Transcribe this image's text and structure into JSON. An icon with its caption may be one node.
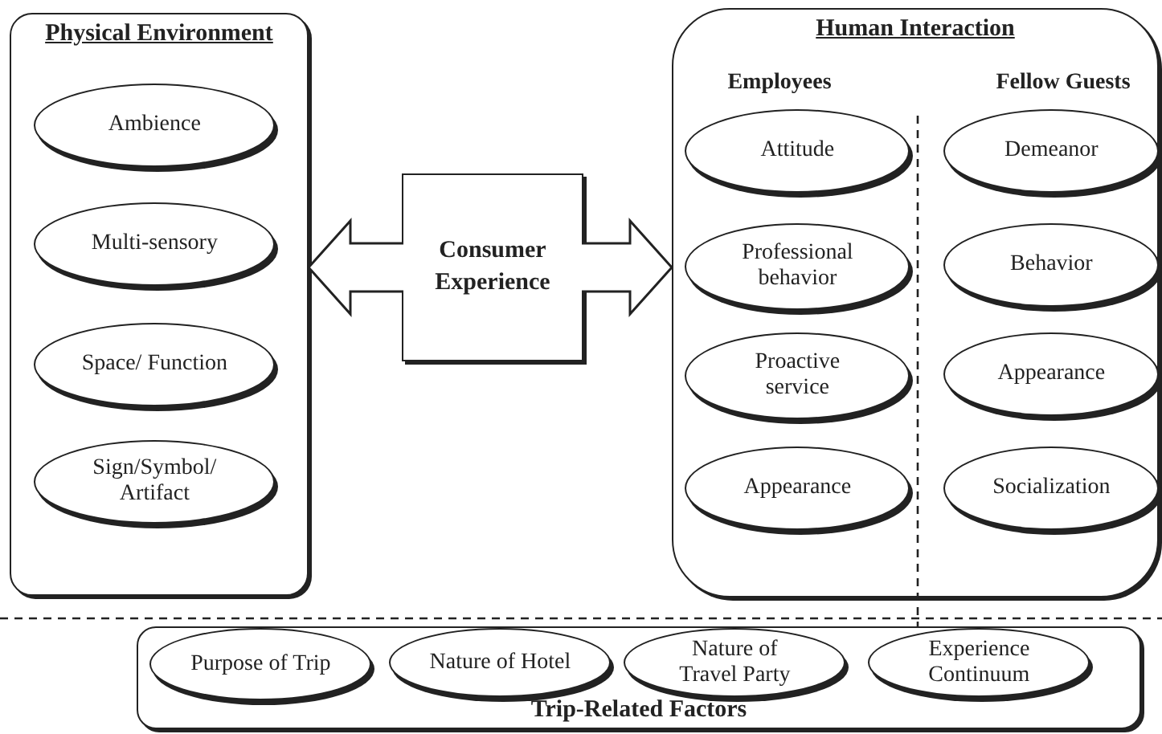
{
  "diagram": {
    "nodes": [
      {
        "text": [
          "Physical Environment"
        ]
      },
      {
        "text": [
          "Ambience"
        ],
        "in": 0
      },
      {
        "text": [
          "Multi-sensory"
        ],
        "in": 0
      },
      {
        "text": [
          "Space/ Function"
        ],
        "in": 0
      },
      {
        "text": [
          "Sign/Symbol/ Artifact"
        ],
        "in": 0
      },
      {
        "text": [
          "Consumer Experience"
        ]
      },
      {
        "text": [
          "Human Interaction"
        ]
      },
      {
        "text": [
          "Attitude"
        ],
        "in": 6
      },
      {
        "text": [
          "Professional behavior"
        ],
        "in": 6
      },
      {
        "text": [
          "Proactive service"
        ],
        "in": 6
      },
      {
        "text": [
          "Appearance"
        ],
        "in": 6
      },
      {
        "text": [
          "Demeanor"
        ],
        "in": 6
      },
      {
        "text": [
          "Behavior"
        ],
        "in": 6
      },
      {
        "text": [
          "Appearance"
        ],
        "in": 6
      },
      {
        "text": [
          "Socialization"
        ],
        "in": 6
      },
      {
        "text": [
          "Trip-Related Factors"
        ]
      },
      {
        "text": [
          "Purpose of Trip"
        ],
        "in": 15
      },
      {
        "text": [
          "Nature of Hotel"
        ],
        "in": 15
      },
      {
        "text": [
          "Nature of Travel Party"
        ],
        "in": 15
      },
      {
        "text": [
          "Experience Continuum"
        ],
        "in": 15
      }
    ],
    "edges": [
      {
        "from": 5,
        "to": 0,
        "arrow": "to"
      },
      {
        "from": 5,
        "to": 6,
        "arrow": "to"
      }
    ],
    "labels": [
      "Employees",
      "Fellow Guests"
    ]
  }
}
